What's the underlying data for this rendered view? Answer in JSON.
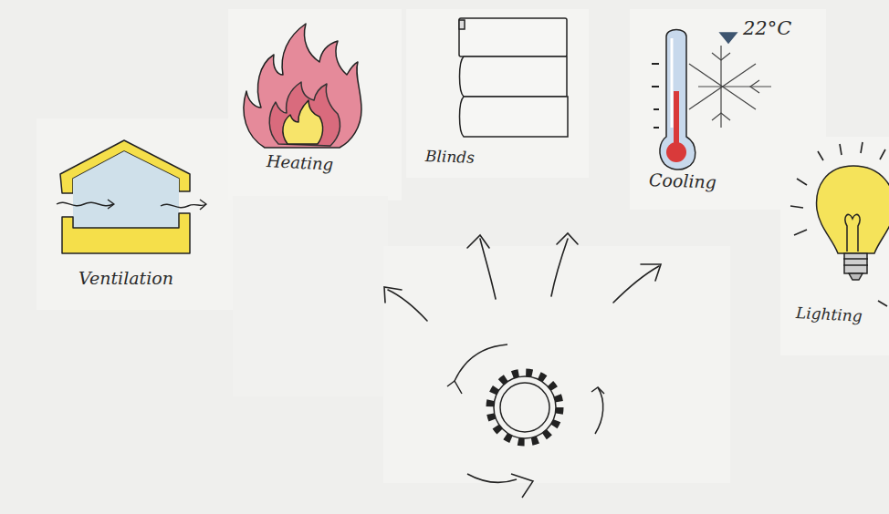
{
  "diagram": {
    "labels": [
      "Heating",
      "Blinds",
      "22°C",
      "Cooling",
      "Ventilation",
      "Lighting"
    ]
  }
}
